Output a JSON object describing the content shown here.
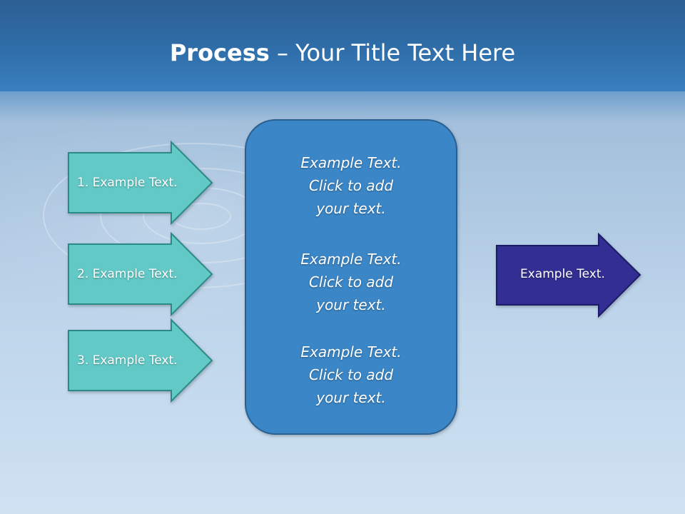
{
  "slide": {
    "title_bold": "Process",
    "title_rest": " – Your Title Text Here",
    "left_arrows": [
      {
        "label": "1. Example Text."
      },
      {
        "label": "2. Example Text."
      },
      {
        "label": "3. Example Text."
      }
    ],
    "center_box": {
      "blocks": [
        {
          "text": "Example Text.\nClick  to add\nyour text."
        },
        {
          "text": "Example Text.\nClick  to add\nyour text."
        },
        {
          "text": "Example Text.\nClick  to add\nyour text."
        }
      ]
    },
    "output_arrow": {
      "label": "Example Text."
    },
    "colors": {
      "teal_arrow": "#63c9c6",
      "teal_stroke": "#2c8a86",
      "center_fill": "#3b86c6",
      "center_stroke": "#2a5f92",
      "output_fill": "#312e93",
      "output_stroke": "#1c1a66"
    }
  }
}
